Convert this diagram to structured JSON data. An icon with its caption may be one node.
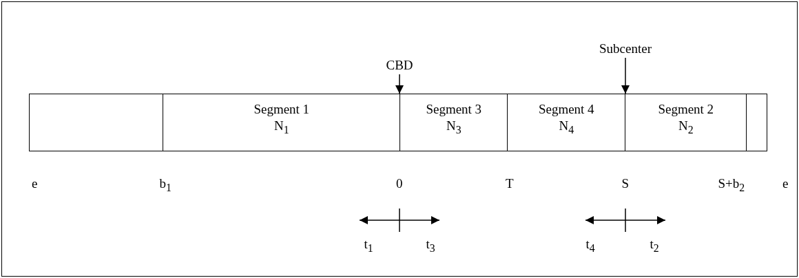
{
  "diagram": {
    "nodes": [
      {
        "text": [
          "CBD"
        ]
      },
      {
        "text": [
          "Subcenter"
        ]
      },
      {
        "text": [],
        "shape": "box"
      },
      {
        "text": [
          "Segment 1",
          "N$_{1}$"
        ]
      },
      {
        "text": [
          "Segment 3",
          "N$_{3}$"
        ]
      },
      {
        "text": [
          "Segment 4",
          "N$_{4}$"
        ]
      },
      {
        "text": [
          "Segment 2",
          "N$_{2}$"
        ]
      },
      {
        "text": [],
        "shape": "box"
      }
    ],
    "edges": [
      {
        "from": 0,
        "to": 4,
        "arrow": "to"
      },
      {
        "from": 1,
        "to": 5,
        "arrow": "to"
      }
    ],
    "labels": [
      "e",
      "b$_{1}$",
      "0",
      "T",
      "S",
      "S+b$_{2}$",
      "e",
      "t$_{1}$",
      "t$_{3}$",
      "t$_{4}$",
      "t$_{2}$"
    ]
  }
}
